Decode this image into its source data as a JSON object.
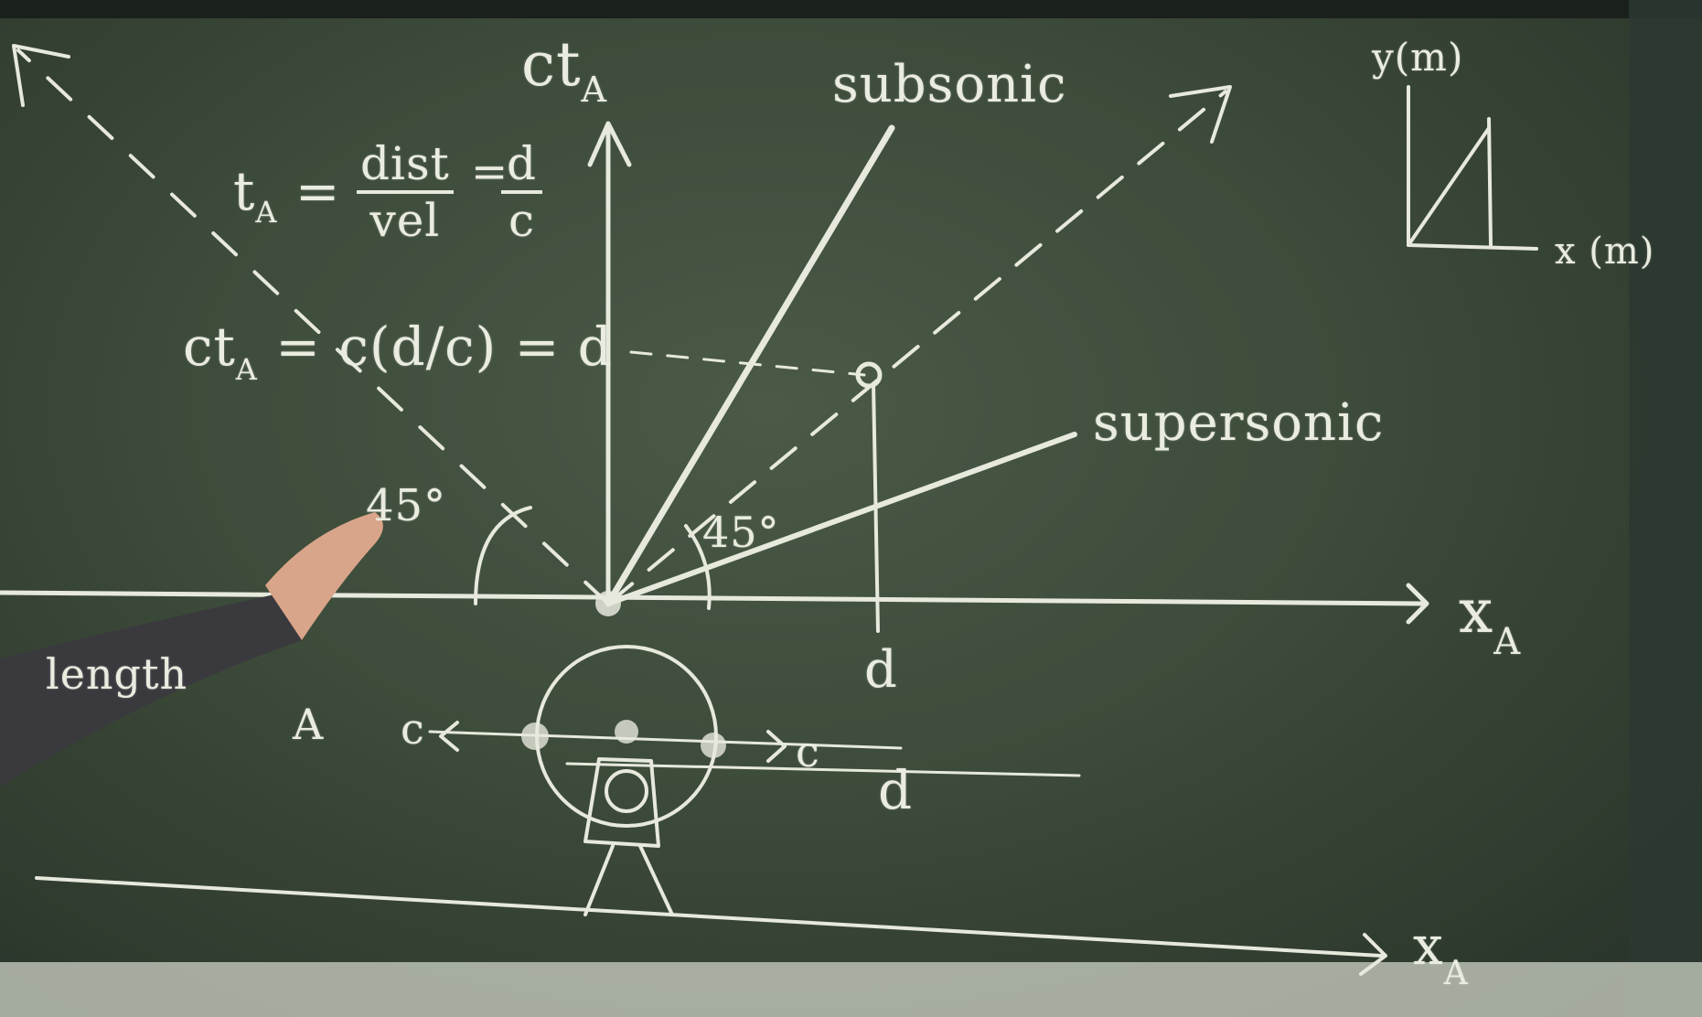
{
  "board": {
    "axis_ct": "ct",
    "axis_ct_sub": "A",
    "axis_x": "x",
    "axis_x_sub": "A",
    "axis_x_lower": "x",
    "axis_x_lower_sub": "A",
    "label_subsonic": "subsonic",
    "label_supersonic": "supersonic",
    "inset_y": "y(m)",
    "inset_x": "x (m)",
    "eq1_lhs": "t",
    "eq1_lhs_sub": "A",
    "eq1_num": "dist",
    "eq1_den": "vel",
    "eq1_rhs_num": "d",
    "eq1_rhs_den": "c",
    "eq2": "ct",
    "eq2_sub": "A",
    "eq2_rest": "= c(d/c) = d",
    "angle_left": "45°",
    "angle_right": "45°",
    "d_marker": "d",
    "lower_left": "length",
    "lower_xa": "A",
    "lower_c_left": "c",
    "lower_c_right": "c",
    "lower_d": "d"
  },
  "colors": {
    "chalkboard": "#3d4b3a",
    "chalk": "#e6e9dc",
    "sleeve": "#3a3a3e",
    "hand": "#d9a58a"
  }
}
